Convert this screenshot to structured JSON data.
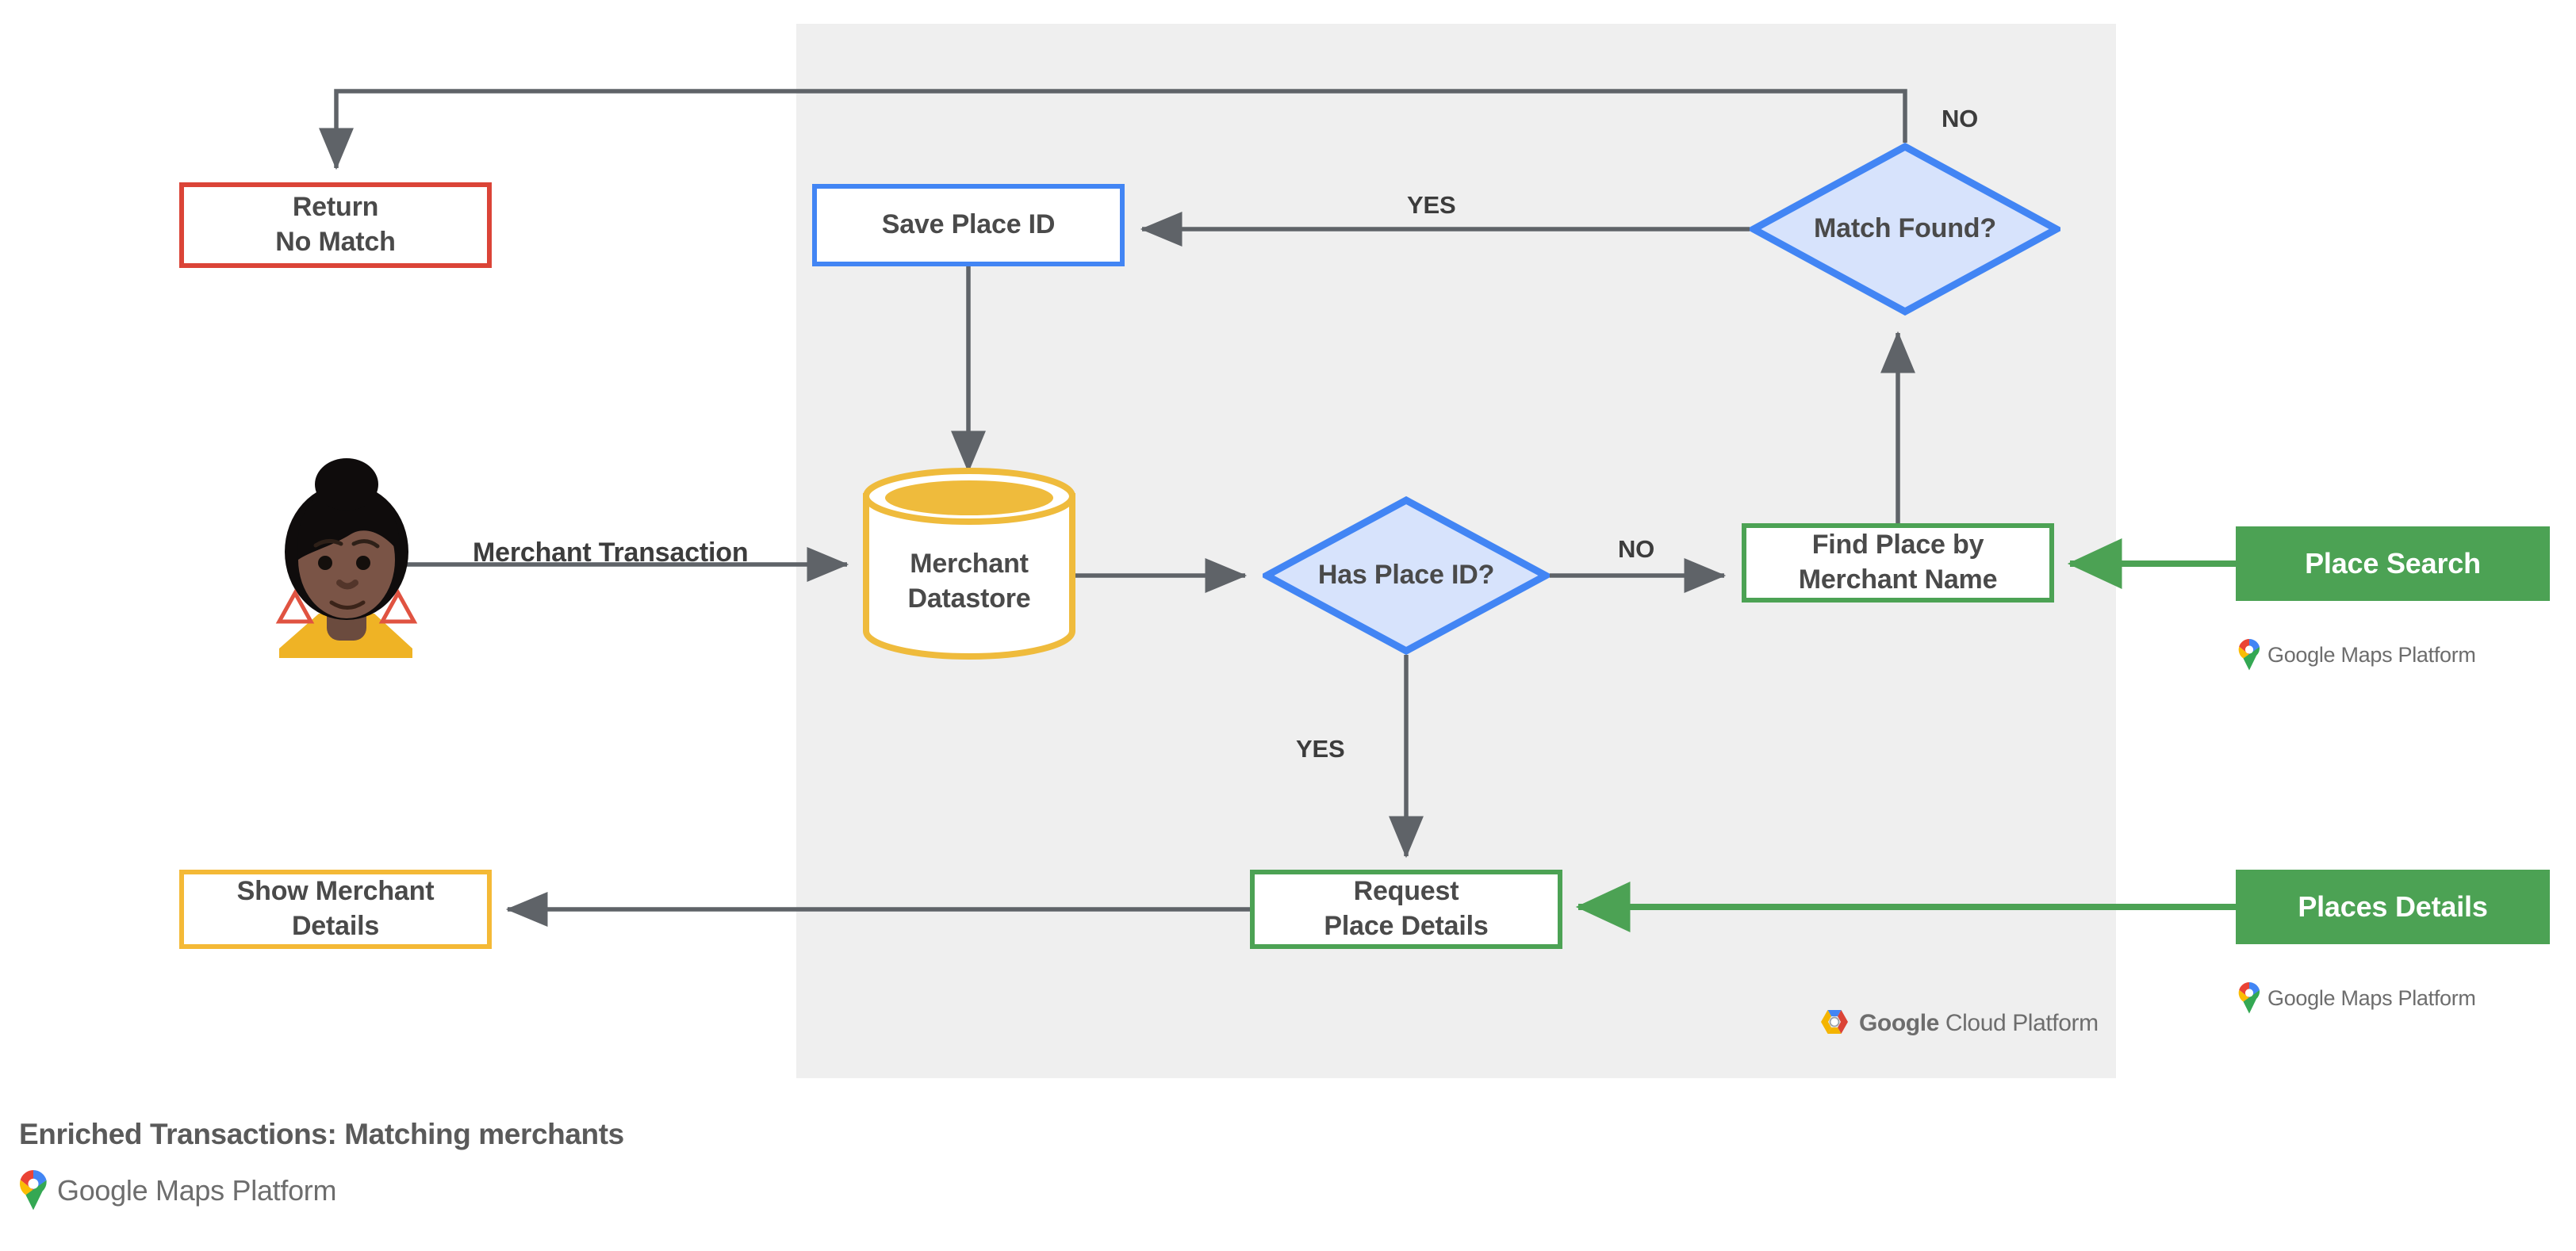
{
  "diagram": {
    "caption": {
      "title": "Enriched Transactions: Matching merchants",
      "logo_google": "Google",
      "logo_product": "Maps Platform"
    },
    "platform_panel": {
      "logo_google": "Google",
      "logo_product": "Cloud Platform"
    },
    "nodes": {
      "return_no_match": {
        "line1": "Return",
        "line2": "No Match",
        "border_color": "#DB4437"
      },
      "save_place_id": {
        "line1": "Save Place ID",
        "line2": "",
        "border_color": "#4285F4"
      },
      "match_found": {
        "line1": "Match",
        "line2": "Found?",
        "border_color": "#4285F4",
        "fill_color": "#D7E3FC"
      },
      "merchant_datastore": {
        "line1": "Merchant",
        "line2": "Datastore",
        "border_color": "#EFBB3C"
      },
      "has_place_id": {
        "line1": "Has",
        "line2": "Place ID?",
        "border_color": "#4285F4",
        "fill_color": "#D7E3FC"
      },
      "find_place_by_merchant_name": {
        "line1": "Find Place by",
        "line2": "Merchant Name",
        "border_color": "#4CA254"
      },
      "request_place_details": {
        "line1": "Request",
        "line2": "Place Details",
        "border_color": "#4CA254"
      },
      "show_merchant_details": {
        "line1": "Show Merchant",
        "line2": "Details",
        "border_color": "#F4B936"
      }
    },
    "api_buttons": {
      "place_search": {
        "label": "Place Search",
        "fill_color": "#4CA254",
        "logo_google": "Google",
        "logo_product": "Maps Platform"
      },
      "places_details": {
        "label": "Places Details",
        "fill_color": "#4CA254",
        "logo_google": "Google",
        "logo_product": "Maps Platform"
      }
    },
    "edge_labels": {
      "merchant_transaction": "Merchant Transaction",
      "yes_match_found": "YES",
      "no_match_found": "NO",
      "no_has_place_id": "NO",
      "yes_has_place_id": "YES"
    },
    "colors": {
      "panel_bg": "#EFEFEF",
      "connector": "#5F6368",
      "green_connector": "#4CA254",
      "text": "#4A4A4A"
    }
  }
}
